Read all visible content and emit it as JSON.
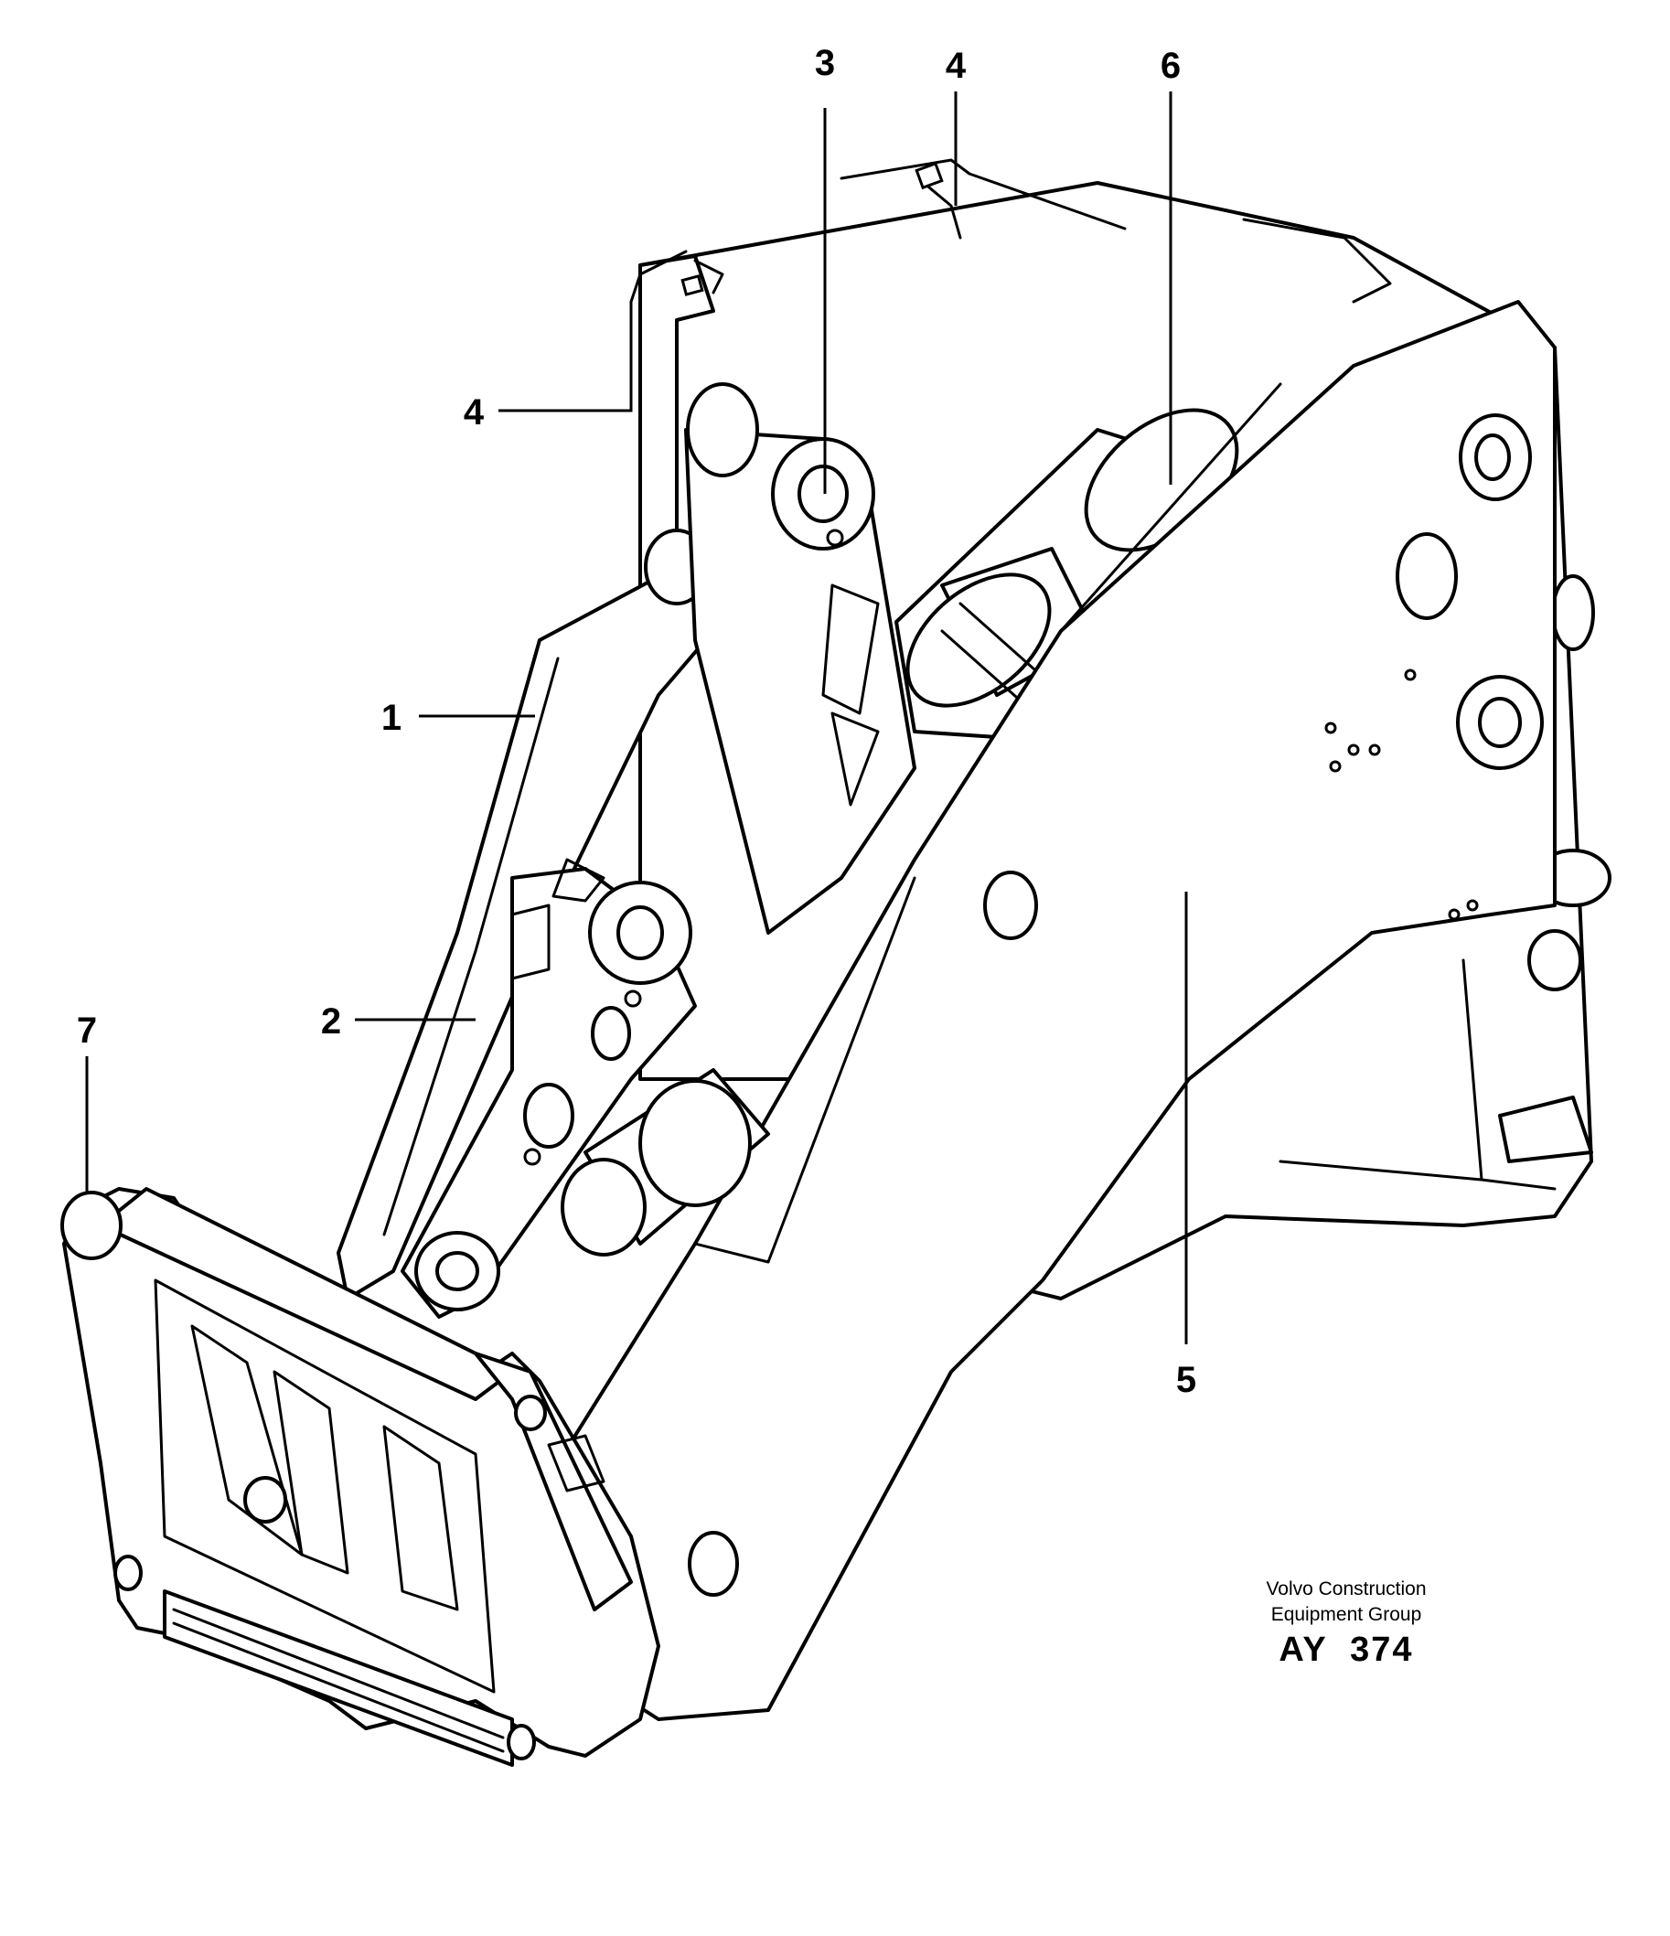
{
  "callouts": [
    {
      "id": "1",
      "label": "1"
    },
    {
      "id": "2",
      "label": "2"
    },
    {
      "id": "3",
      "label": "3"
    },
    {
      "id": "4a",
      "label": "4"
    },
    {
      "id": "4b",
      "label": "4"
    },
    {
      "id": "5",
      "label": "5"
    },
    {
      "id": "6",
      "label": "6"
    },
    {
      "id": "7",
      "label": "7"
    }
  ],
  "stamp": {
    "line1": "Volvo Construction",
    "line2": "Equipment Group",
    "code": "AY  374"
  }
}
